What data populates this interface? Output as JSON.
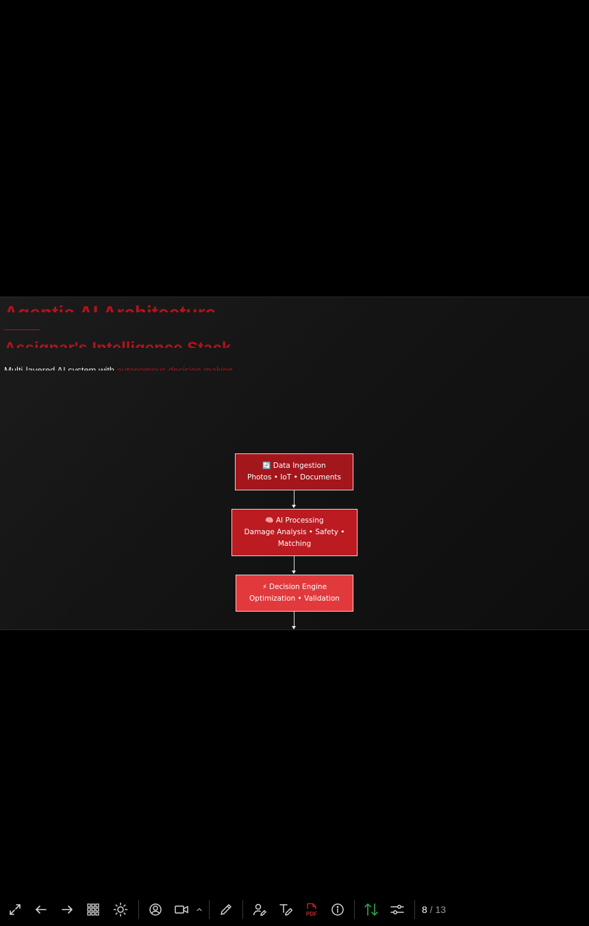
{
  "slide": {
    "title": "Agentic AI Architecture",
    "subtitle": "Assignar's Intelligence Stack",
    "description_prefix": "Multi-layered AI system with ",
    "description_highlight": "autonomous decision-making",
    "flow": [
      {
        "icon": "🔄",
        "title": "Data Ingestion",
        "detail": "Photos • IoT • Documents",
        "color": "#a3161c"
      },
      {
        "icon": "🧠",
        "title": "AI Processing",
        "detail": "Damage Analysis • Safety • Matching",
        "color": "#bb1b21"
      },
      {
        "icon": "⚡",
        "title": "Decision Engine",
        "detail": "Optimization • Validation",
        "color": "#e2393c"
      }
    ]
  },
  "toolbar": {
    "current_page": "8",
    "page_separator": " / 13",
    "icons": [
      "expand-icon",
      "arrow-left-icon",
      "arrow-right-icon",
      "grid-icon",
      "sun-icon",
      "user-circle-icon",
      "video-camera-icon",
      "chevron-up-icon",
      "pencil-icon",
      "user-edit-icon",
      "text-edit-icon",
      "pdf-icon",
      "info-icon",
      "sort-arrows-icon",
      "sliders-icon"
    ],
    "colors": {
      "pdf": "#c0282e",
      "sort": "#2e9a48",
      "icon": "#d8d8d8"
    }
  }
}
